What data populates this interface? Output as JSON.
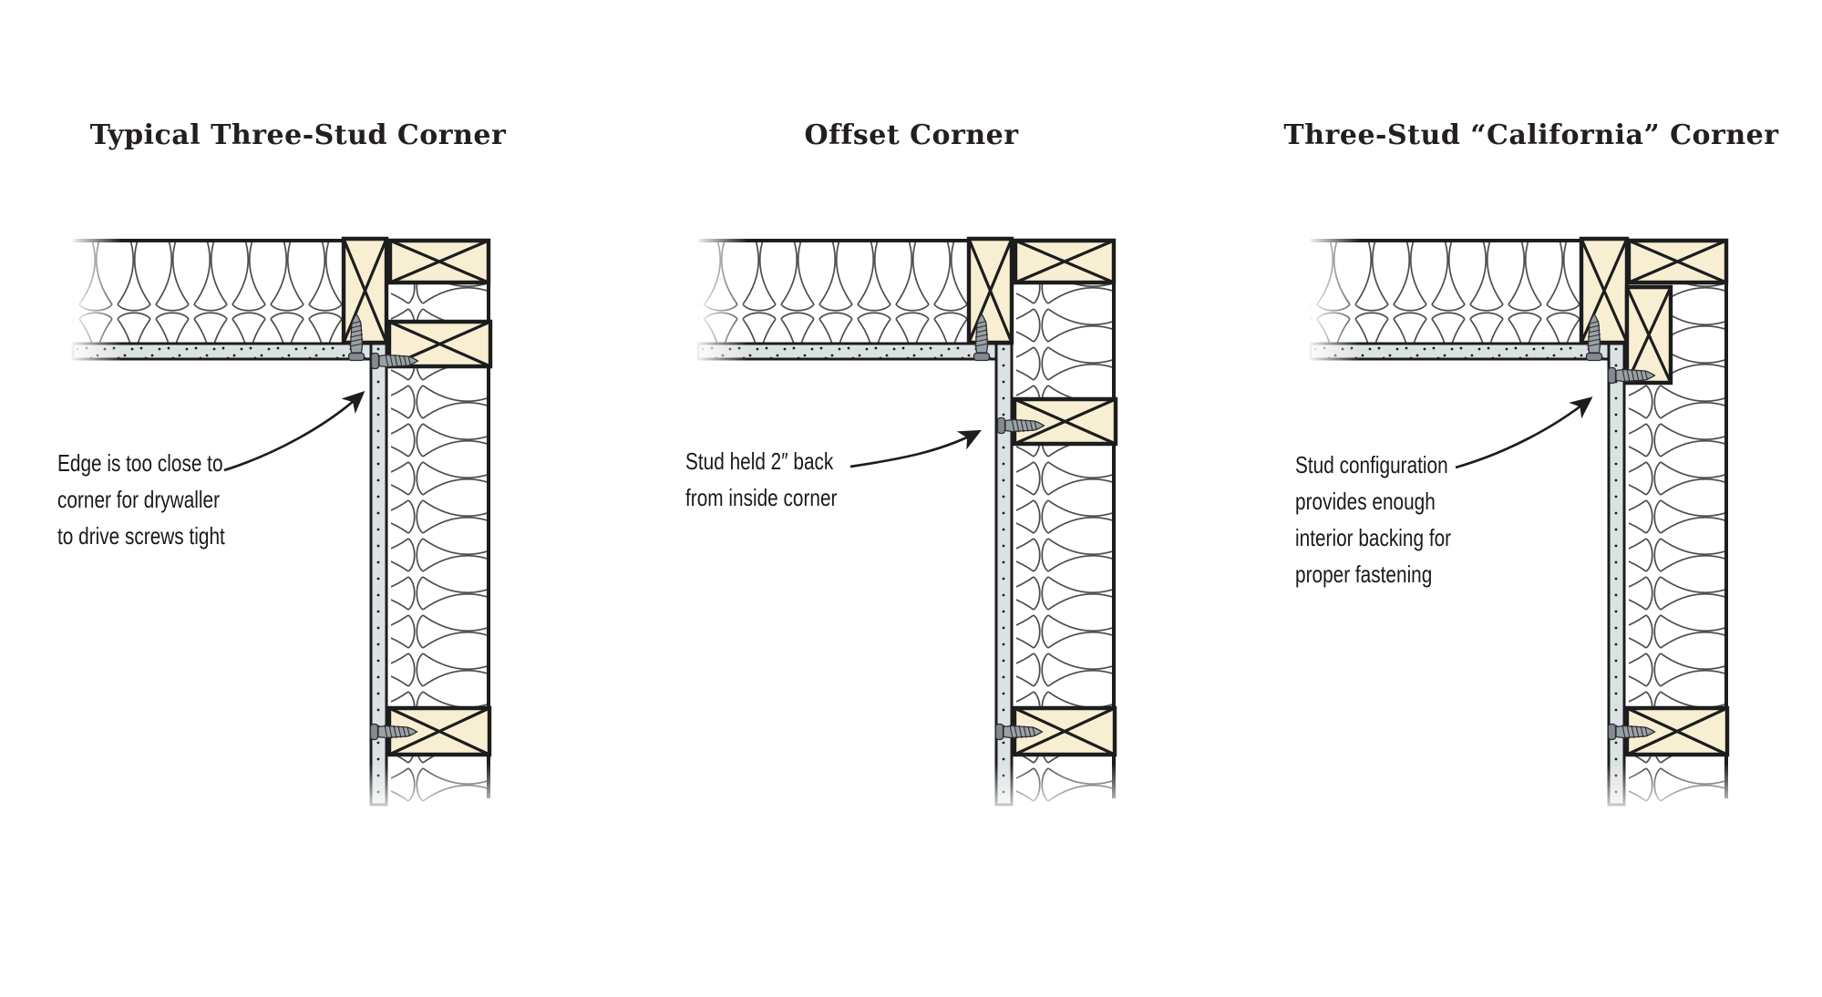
{
  "figure": {
    "description": "Drywall corner framing comparison diagram with three labeled wall-corner sections",
    "panels": [
      {
        "title": "Typical Three-Stud Corner",
        "note": "Edge is too close to\ncorner for drywaller\nto drive screws tight"
      },
      {
        "title": "Offset Corner",
        "note": "Stud held 2″ back\nfrom inside corner"
      },
      {
        "title": "Three-Stud “California” Corner",
        "note": "Stud configuration\nprovides enough\ninterior backing for\nproper fastening"
      }
    ],
    "colors": {
      "stud": "#f8efd3",
      "drywall": "#dce1e4",
      "line": "#1d1d1d",
      "insul": "#4d4d4d",
      "screw": "#9aa1a6",
      "text": "#1a1a1a"
    }
  }
}
